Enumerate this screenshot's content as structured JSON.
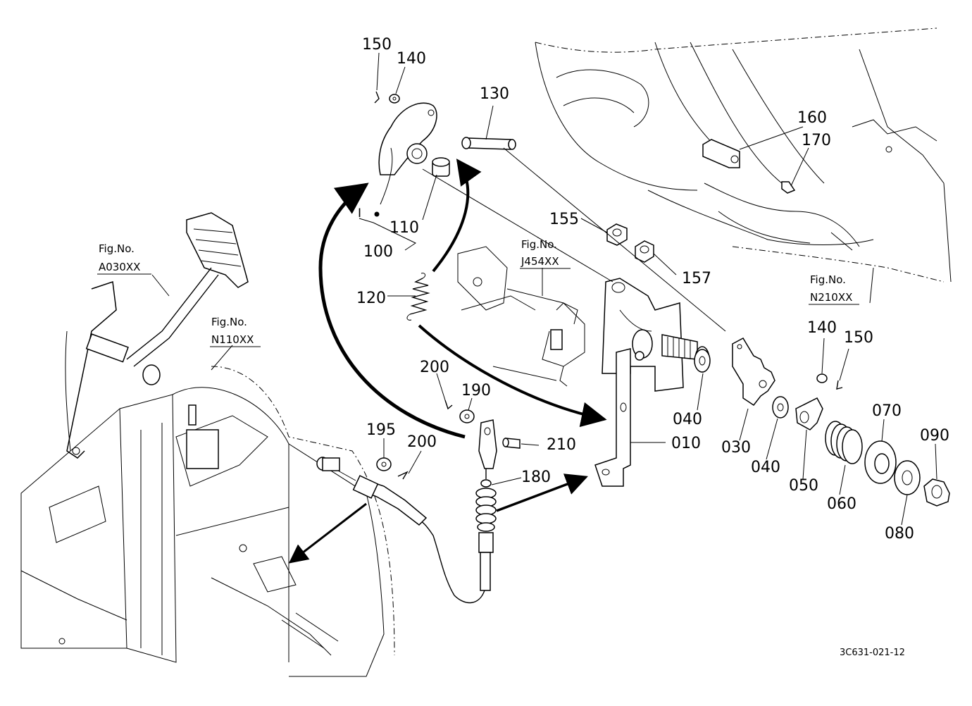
{
  "diagram_code": "3C631-021-12",
  "fig_refs": [
    {
      "key": "a030",
      "caption": "Fig.No.",
      "ref": "A030XX"
    },
    {
      "key": "n110",
      "caption": "Fig.No.",
      "ref": "N110XX"
    },
    {
      "key": "j454",
      "caption": "Fig.No.",
      "ref": "J454XX"
    },
    {
      "key": "n210",
      "caption": "Fig.No.",
      "ref": "N210XX"
    }
  ],
  "part_labels": {
    "p150a": "150",
    "p140a": "140",
    "p130": "130",
    "p110": "110",
    "p100": "100",
    "p120": "120",
    "p155": "155",
    "p157": "157",
    "p160": "160",
    "p170": "170",
    "p140b": "140",
    "p150b": "150",
    "p040a": "040",
    "p010": "010",
    "p030": "030",
    "p040b": "040",
    "p050": "050",
    "p060": "060",
    "p070": "070",
    "p080": "080",
    "p090": "090",
    "p200a": "200",
    "p190": "190",
    "p195": "195",
    "p200b": "200",
    "p210": "210",
    "p180": "180"
  },
  "view_marker": "I"
}
